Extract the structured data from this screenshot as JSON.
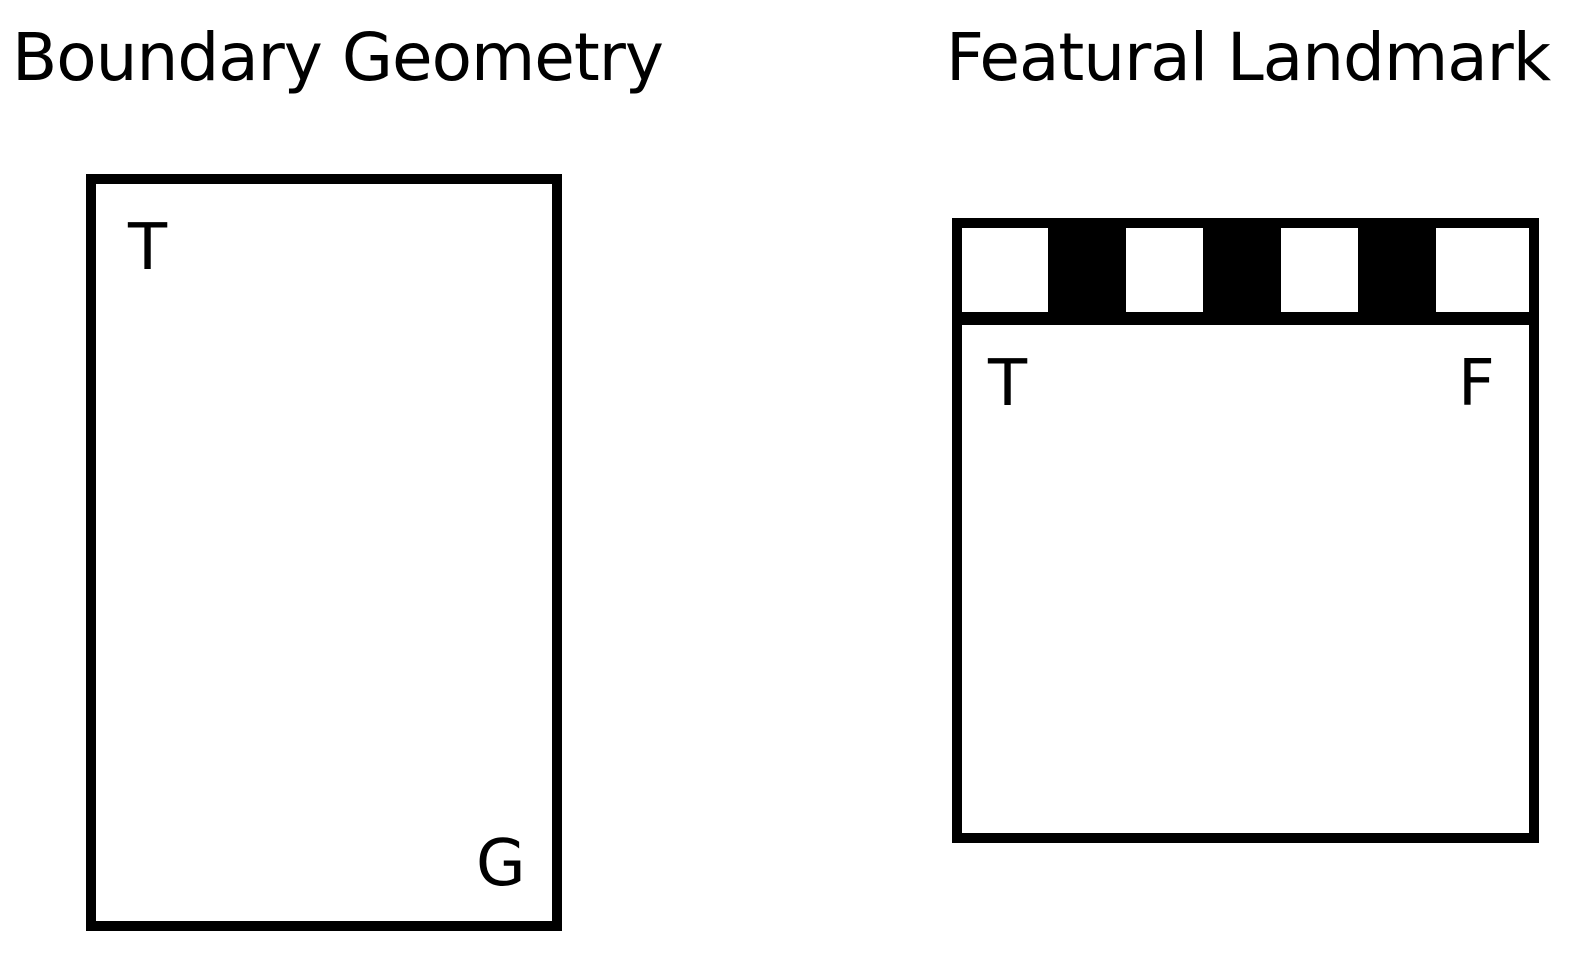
{
  "panels": {
    "left": {
      "title": "Boundary Geometry",
      "markers": {
        "top_left": "T",
        "bottom_right": "G"
      }
    },
    "right": {
      "title": "Featural Landmark",
      "markers": {
        "left": "T",
        "right": "F"
      },
      "landmark_band": [
        "white",
        "black",
        "white",
        "black",
        "white",
        "black",
        "white"
      ]
    }
  },
  "colors": {
    "ink": "#000000",
    "background": "#ffffff"
  }
}
